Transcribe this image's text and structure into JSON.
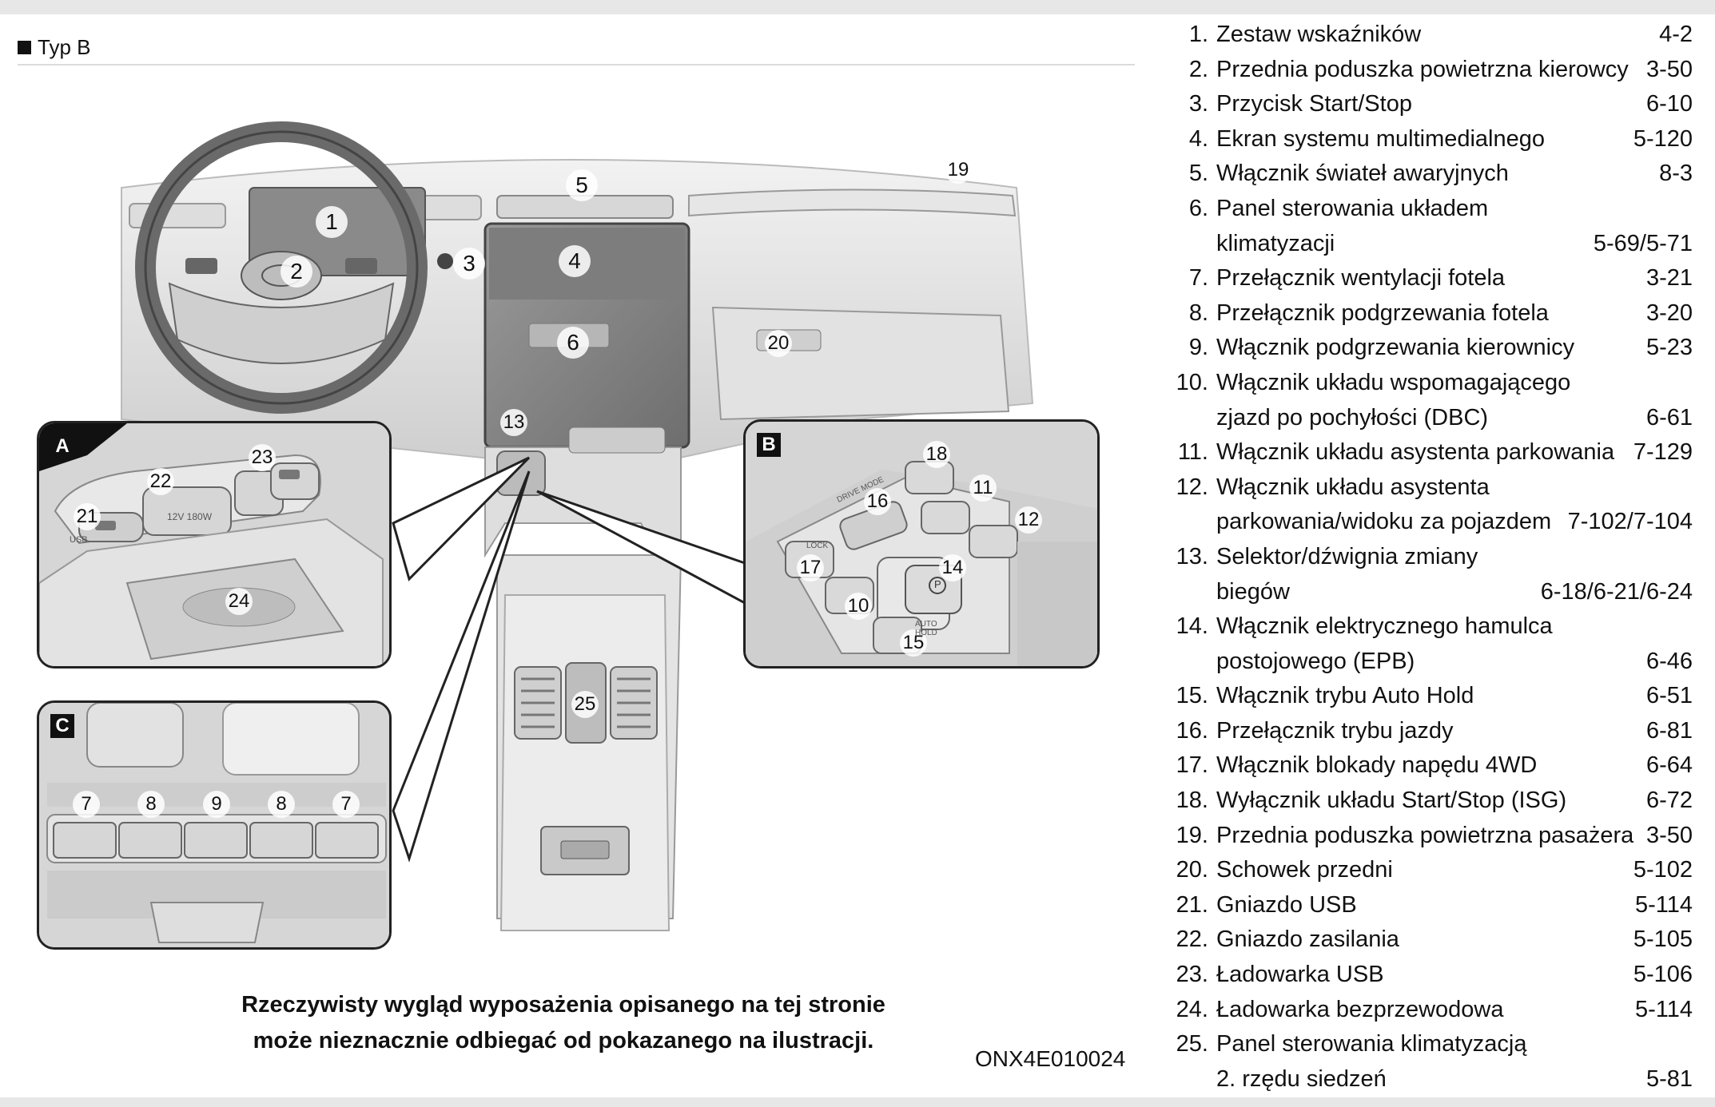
{
  "type_label": "Typ B",
  "illustration": {
    "main_callouts": [
      "1",
      "2",
      "3",
      "4",
      "5",
      "6",
      "13",
      "19",
      "20",
      "25"
    ],
    "inset_a": {
      "tag": "A",
      "callouts": [
        "21",
        "22",
        "23",
        "24"
      ],
      "text_usb": "USB",
      "text_power": "12V 180W"
    },
    "inset_b": {
      "tag": "B",
      "callouts": [
        "18",
        "16",
        "11",
        "12",
        "17",
        "14",
        "10",
        "15"
      ],
      "text_drive": "DRIVE MODE",
      "text_lock": "LOCK",
      "text_auto": "AUTO HOLD",
      "text_p": "P"
    },
    "inset_c": {
      "tag": "C",
      "callouts": [
        "7",
        "8",
        "9",
        "8",
        "7"
      ]
    }
  },
  "notice": {
    "line1": "Rzeczywisty wygląd wyposażenia opisanego na tej stronie",
    "line2": "może nieznacznie odbiegać od pokazanego na ilustracji."
  },
  "code": "ONX4E010024",
  "index_rows": [
    {
      "num": "1.",
      "label": "Zestaw wskaźników",
      "page": "4-2"
    },
    {
      "num": "2.",
      "label": "Przednia poduszka powietrzna kierowcy",
      "page": "3-50"
    },
    {
      "num": "3.",
      "label": "Przycisk Start/Stop",
      "page": "6-10"
    },
    {
      "num": "4.",
      "label": "Ekran systemu multimedialnego",
      "page": "5-120"
    },
    {
      "num": "5.",
      "label": "Włącznik świateł awaryjnych",
      "page": "8-3"
    },
    {
      "num": "6.",
      "label": "Panel sterowania układem",
      "page": ""
    },
    {
      "num": "",
      "label": "klimatyzacji",
      "page": "5-69/5-71"
    },
    {
      "num": "7.",
      "label": "Przełącznik wentylacji fotela",
      "page": "3-21"
    },
    {
      "num": "8.",
      "label": "Przełącznik podgrzewania fotela",
      "page": "3-20"
    },
    {
      "num": "9.",
      "label": "Włącznik podgrzewania kierownicy",
      "page": "5-23"
    },
    {
      "num": "10.",
      "label": "Włącznik układu wspomagającego",
      "page": ""
    },
    {
      "num": "",
      "label": "zjazd po pochyłości (DBC)",
      "page": "6-61"
    },
    {
      "num": "11.",
      "label": "Włącznik układu asystenta parkowania",
      "page": "7-129"
    },
    {
      "num": "12.",
      "label": "Włącznik układu asystenta",
      "page": ""
    },
    {
      "num": "",
      "label": "parkowania/widoku za pojazdem",
      "page": "7-102/7-104"
    },
    {
      "num": "13.",
      "label": "Selektor/dźwignia zmiany",
      "page": ""
    },
    {
      "num": "",
      "label": "biegów",
      "page": "6-18/6-21/6-24"
    },
    {
      "num": "14.",
      "label": "Włącznik elektrycznego hamulca",
      "page": ""
    },
    {
      "num": "",
      "label": "postojowego (EPB)",
      "page": "6-46"
    },
    {
      "num": "15.",
      "label": "Włącznik trybu Auto Hold",
      "page": "6-51"
    },
    {
      "num": "16.",
      "label": "Przełącznik trybu jazdy",
      "page": "6-81"
    },
    {
      "num": "17.",
      "label": "Włącznik blokady napędu 4WD",
      "page": "6-64"
    },
    {
      "num": "18.",
      "label": "Wyłącznik układu Start/Stop (ISG)",
      "page": "6-72"
    },
    {
      "num": "19.",
      "label": "Przednia poduszka powietrzna pasażera",
      "page": "3-50"
    },
    {
      "num": "20.",
      "label": "Schowek przedni",
      "page": "5-102"
    },
    {
      "num": "21.",
      "label": "Gniazdo USB",
      "page": "5-114"
    },
    {
      "num": "22.",
      "label": "Gniazdo zasilania",
      "page": "5-105"
    },
    {
      "num": "23.",
      "label": "Ładowarka USB",
      "page": "5-106"
    },
    {
      "num": "24.",
      "label": "Ładowarka bezprzewodowa",
      "page": "5-114"
    },
    {
      "num": "25.",
      "label": "Panel sterowania klimatyzacją",
      "page": ""
    },
    {
      "num": "",
      "label": "2. rzędu siedzeń",
      "page": "5-81"
    }
  ]
}
